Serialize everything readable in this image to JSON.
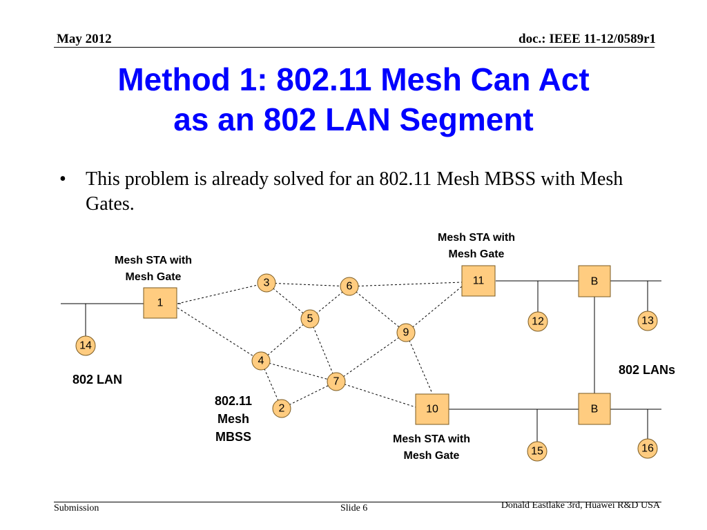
{
  "header": {
    "date": "May 2012",
    "doc": "doc.: IEEE 11-12/0589r1"
  },
  "title": {
    "line1": "Method 1: 802.11 Mesh Can Act",
    "line2": "as an 802 LAN Segment"
  },
  "bullet": {
    "symbol": "•",
    "text": "This problem is already solved for an 802.11 Mesh MBSS with Mesh Gates."
  },
  "diagram": {
    "nodes": {
      "n1": "1",
      "n2": "2",
      "n3": "3",
      "n4": "4",
      "n5": "5",
      "n6": "6",
      "n7": "7",
      "n9": "9",
      "n10": "10",
      "n11": "11",
      "n12": "12",
      "n13": "13",
      "n14": "14",
      "n15": "15",
      "n16": "16",
      "bTop": "B",
      "bBot": "B"
    },
    "labels": {
      "gate1": [
        "Mesh STA with",
        "Mesh Gate"
      ],
      "gate11": [
        "Mesh STA with",
        "Mesh Gate"
      ],
      "gate10": [
        "Mesh STA with",
        "Mesh Gate"
      ],
      "lan": "802 LAN",
      "lans": "802 LANs",
      "mbss": [
        "802.11",
        "Mesh",
        "MBSS"
      ]
    },
    "colors": {
      "node_fill": "#ffcc80",
      "node_stroke": "#7a5a20"
    }
  },
  "footer": {
    "left": "Submission",
    "center": "Slide 6",
    "right": "Donald Eastlake 3rd, Huawei R&D USA"
  }
}
